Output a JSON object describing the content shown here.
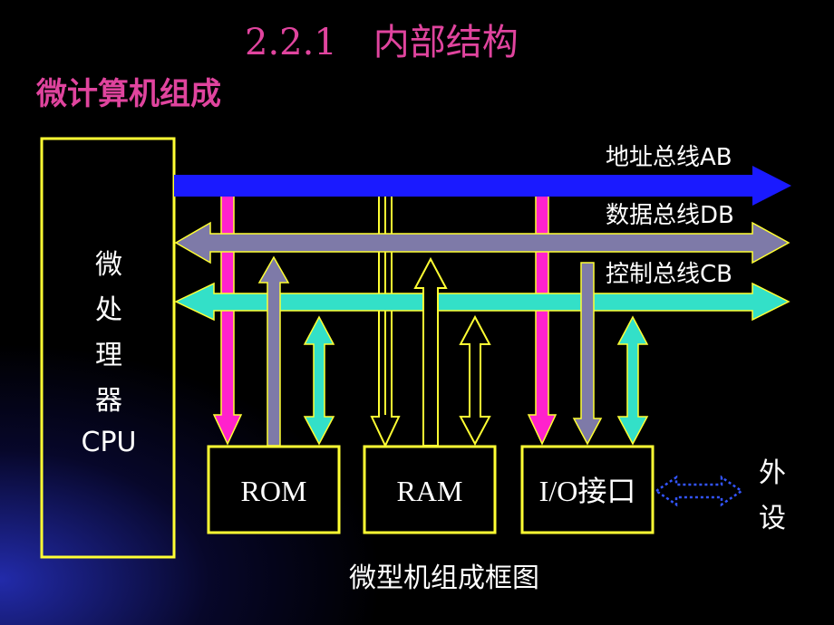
{
  "title": "2.2.1　内部结构",
  "subtitle": "微计算机组成",
  "cpu": {
    "lines": [
      "微",
      "处",
      "理",
      "器",
      "CPU"
    ]
  },
  "buses": {
    "address": "地址总线AB",
    "data": "数据总线DB",
    "control": "控制总线CB"
  },
  "modules": {
    "rom": "ROM",
    "ram": "RAM",
    "io": "I/O接口"
  },
  "peripheral": {
    "lines": [
      "外",
      "设"
    ]
  },
  "caption": "微型机组成框图",
  "colors": {
    "title": "#e0449e",
    "address_bus": "#1a1aff",
    "data_bus": "#7e7aa8",
    "control_bus": "#33e0c8",
    "outline": "#ffff33",
    "magenta": "#ff22cc",
    "box_border": "#ffff33"
  }
}
